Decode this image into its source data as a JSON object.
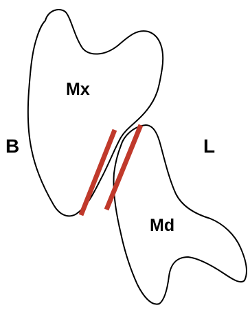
{
  "diagram": {
    "teeth": {
      "maxillary": {
        "label": "Mx"
      },
      "mandibular": {
        "label": "Md"
      }
    },
    "orientation": {
      "buccal": "B",
      "lingual": "L"
    },
    "contact_lines": {
      "count": 2,
      "color": "#c0392b"
    }
  }
}
